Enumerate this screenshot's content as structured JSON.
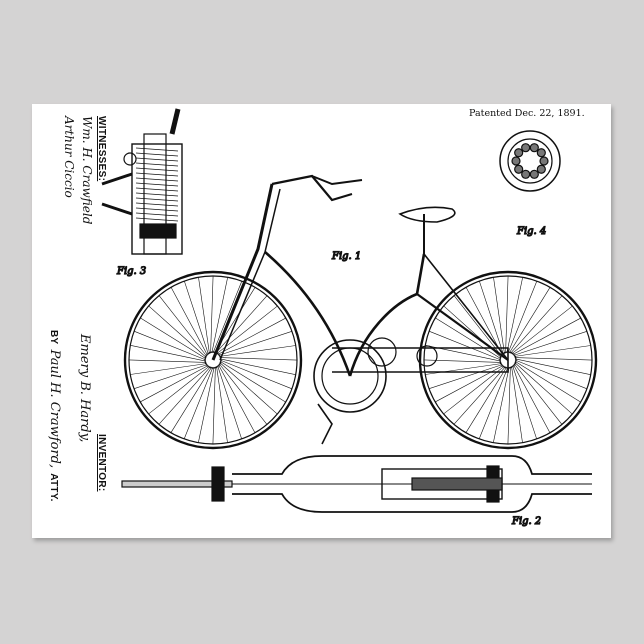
{
  "poster": {
    "patent_date": "Patented Dec. 22, 1891.",
    "witnesses_label": "WITNESSES:",
    "witness_signatures": [
      "Wm. H. Crawfield",
      "Arthur Ciccio"
    ],
    "inventor_label": "INVENTOR:",
    "inventor_name": "Emery B. Hardy,",
    "attorney_prefix": "BY",
    "attorney_signature": "Paul H. Crawford,",
    "attorney_suffix": "ATTY.",
    "figures": [
      "Fig. 1",
      "Fig. 2",
      "Fig. 3",
      "Fig. 4"
    ],
    "colors": {
      "background": "#d4d3d3",
      "paper": "#ffffff",
      "ink": "#111111"
    }
  }
}
